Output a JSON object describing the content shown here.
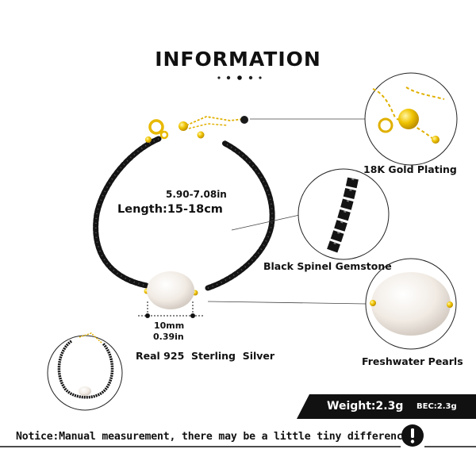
{
  "header": {
    "title": "INFORMATION"
  },
  "measurements": {
    "length_inches": "5.90-7.08in",
    "length_cm": "Length:15-18cm",
    "pearl_mm": "10mm",
    "pearl_inches": "0.39in"
  },
  "features": {
    "gold": "18K Gold Plating",
    "spinel": "Black Spinel Gemstone",
    "pearls": "Freshwater Pearls",
    "silver": "Real 925  Sterling  Silver"
  },
  "weight": {
    "main": "Weight:2.3g",
    "small": "BEC:2.3g"
  },
  "notice": {
    "text": "Notice:Manual measurement, there may be a little tiny difference."
  },
  "colors": {
    "gold": "#f2c200",
    "spinel": "#141414",
    "pearl": "#f3ede6",
    "bar": "#111111"
  },
  "icons": [
    "dots-divider-icon",
    "warning-icon"
  ]
}
